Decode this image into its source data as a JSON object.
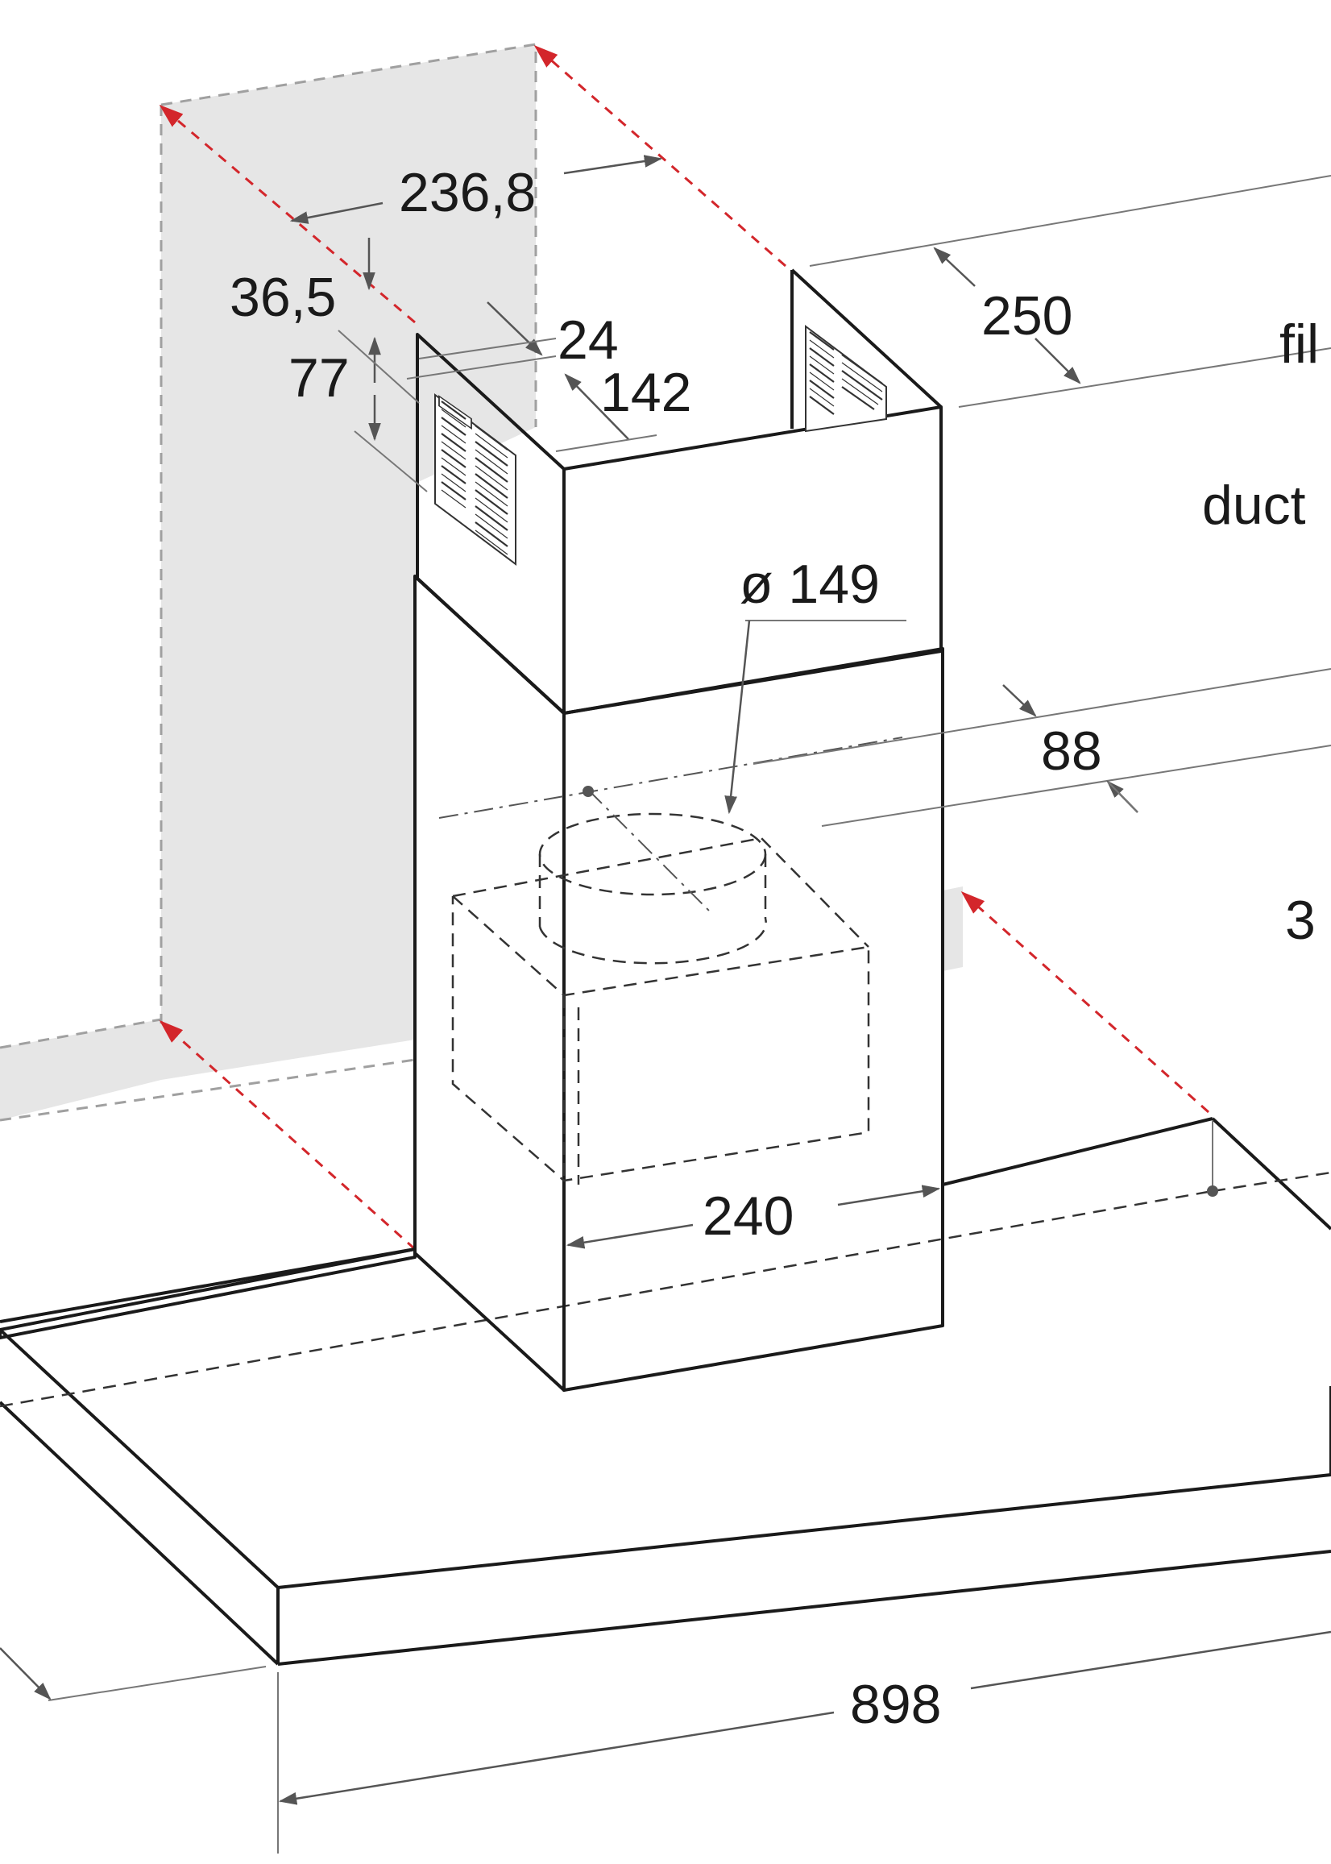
{
  "dimensions": {
    "chimney_width": "236,8",
    "top_offset": "36,5",
    "vent_gap": "24",
    "vent_height": "77",
    "vent_width": "142",
    "chimney_depth": "250",
    "outlet_diameter": "ø 149",
    "outlet_offset": "88",
    "body_width": "240",
    "hood_width": "898"
  },
  "side_labels": {
    "filter": "fil",
    "ducted": "duct",
    "partial_value": "3"
  },
  "colors": {
    "line": "#1a1a1a",
    "dimension": "#555555",
    "wall_fill": "#e6e6e6",
    "red_marker": "#d3262b"
  }
}
